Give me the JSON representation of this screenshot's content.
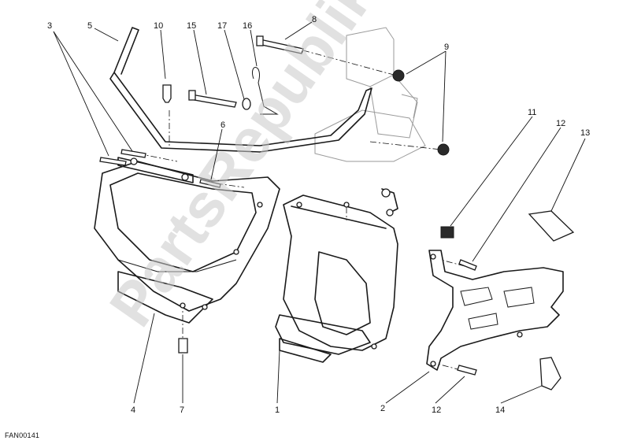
{
  "diagram": {
    "callouts": [
      {
        "id": "3",
        "label": "3"
      },
      {
        "id": "5",
        "label": "5"
      },
      {
        "id": "10",
        "label": "10"
      },
      {
        "id": "15",
        "label": "15"
      },
      {
        "id": "17",
        "label": "17"
      },
      {
        "id": "16",
        "label": "16"
      },
      {
        "id": "8",
        "label": "8"
      },
      {
        "id": "9",
        "label": "9"
      },
      {
        "id": "6",
        "label": "6"
      },
      {
        "id": "11",
        "label": "11"
      },
      {
        "id": "12a",
        "label": "12"
      },
      {
        "id": "13",
        "label": "13"
      },
      {
        "id": "4",
        "label": "4"
      },
      {
        "id": "7",
        "label": "7"
      },
      {
        "id": "1",
        "label": "1"
      },
      {
        "id": "2",
        "label": "2"
      },
      {
        "id": "12b",
        "label": "12"
      },
      {
        "id": "14",
        "label": "14"
      }
    ],
    "drawing_code": "FAN00141",
    "watermark": "PartsRepublik"
  }
}
